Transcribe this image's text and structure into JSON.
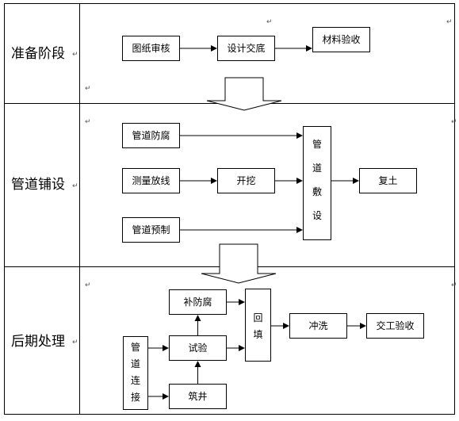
{
  "stages": {
    "prep": "准备阶段",
    "laying": "管道铺设",
    "post": "后期处理"
  },
  "steps": {
    "drawing_review": "图纸审核",
    "design_handover": "设计交底",
    "material_acceptance": "材料验收",
    "pipe_anticorrosion": "管道防腐",
    "survey_layout": "测量放线",
    "excavation": "开挖",
    "pipe_prefab": "管道预制",
    "pipe_laying_chars": [
      "管",
      "道",
      "敷",
      "设"
    ],
    "backfill_soil": "复土",
    "patch_anticorrosion": "补防腐",
    "test": "试验",
    "build_well": "筑井",
    "pipe_connect_chars": [
      "管",
      "道",
      "连",
      "接"
    ],
    "backfill_chars": [
      "回",
      "填"
    ],
    "flush": "冲洗",
    "handover_acceptance": "交工验收"
  },
  "marks": {
    "return_mark": "↵"
  }
}
